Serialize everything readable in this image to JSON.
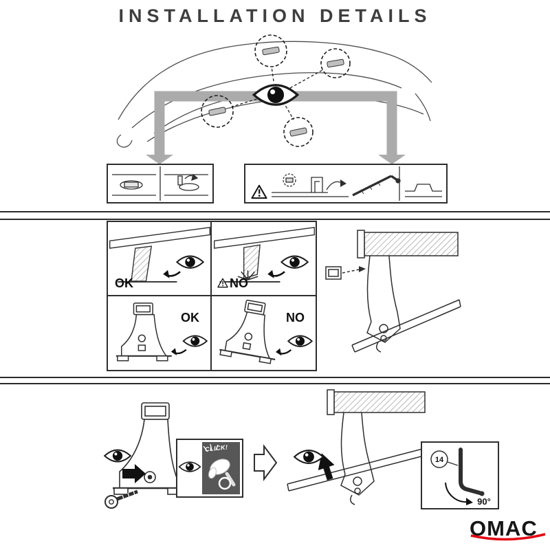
{
  "title": "INSTALLATION DETAILS",
  "brand": "OMAC",
  "comparison": {
    "cells": [
      {
        "label": "OK",
        "warning": false
      },
      {
        "label": "NO",
        "warning": true
      },
      {
        "label": "OK",
        "warning": false
      },
      {
        "label": "NO",
        "warning": false
      }
    ]
  },
  "click_label": "CLICK!",
  "angle_label": "90°",
  "part_number": "14",
  "icons": {
    "eye": "inspection-check-eye",
    "warning": "caution-triangle",
    "key": "lock-key",
    "allen_key": "hex-wrench",
    "gray_arrows": "roof-mounting-points-arrows"
  },
  "colors": {
    "line": "#2e2e2e",
    "arrow_gray": "#ababab",
    "brand_red": "#e30613",
    "panel_dark": "#575757"
  }
}
